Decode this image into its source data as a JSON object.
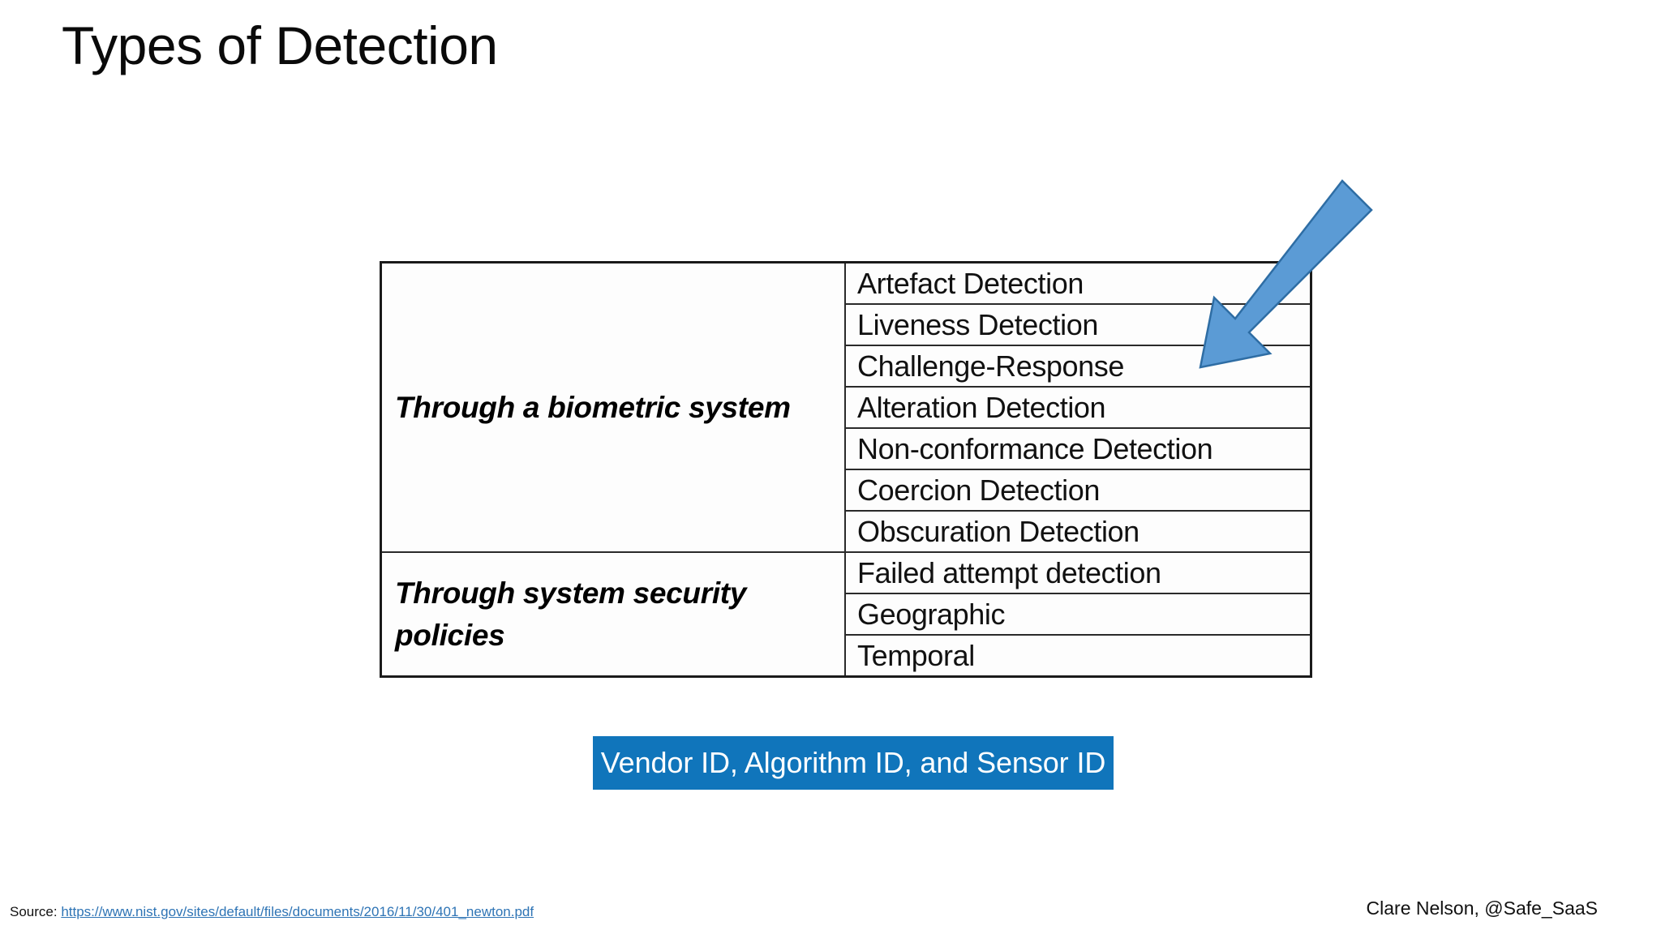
{
  "slide": {
    "title": "Types of Detection"
  },
  "table": {
    "groups": [
      {
        "label": "Through a biometric system",
        "items": [
          "Artefact Detection",
          "Liveness Detection",
          "Challenge-Response",
          "Alteration Detection",
          "Non-conformance Detection",
          "Coercion Detection",
          "Obscuration Detection"
        ]
      },
      {
        "label": "Through system security policies",
        "items": [
          "Failed attempt detection",
          "Geographic",
          "Temporal"
        ]
      }
    ]
  },
  "annotation": {
    "arrow_name": "down-left-arrow",
    "arrow_fill": "#5B9BD5",
    "arrow_stroke": "#2E6DA4",
    "points_at": "Challenge-Response"
  },
  "caption": {
    "text": "Vendor ID, Algorithm ID, and Sensor ID",
    "background": "#1075BB",
    "color": "#FFFFFF"
  },
  "footer": {
    "source_label": "Source: ",
    "source_url": "https://www.nist.gov/sites/default/files/documents/2016/11/30/401_newton.pdf",
    "credit": "Clare Nelson, @Safe_SaaS",
    "link_color": "#2E74B5"
  }
}
